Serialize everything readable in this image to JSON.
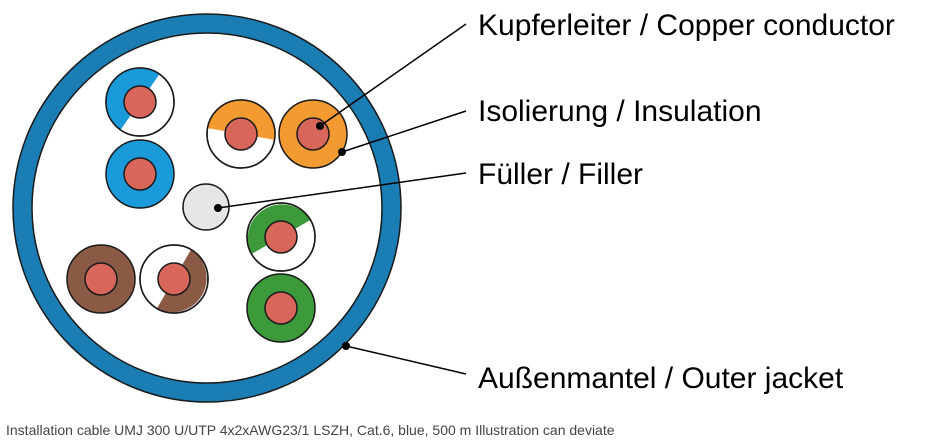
{
  "labels": {
    "conductor": "Kupferleiter / Copper conductor",
    "insulation": "Isolierung / Insulation",
    "filler": "Füller / Filler",
    "jacket": "Außenmantel / Outer jacket"
  },
  "caption": "Installation cable UMJ 300 U/UTP 4x2xAWG23/1 LSZH, Cat.6, blue, 500 m Illustration can deviate",
  "colors": {
    "jacket": "#1a7db3",
    "conductor": "#d9665a",
    "blue": "#1a9ad9",
    "orange": "#f39a30",
    "green": "#3d9a3a",
    "brown": "#8a5a44",
    "filler": "#e6e6e6",
    "white": "#ffffff",
    "outline": "#1a1a1a"
  },
  "pairs": [
    {
      "name": "blue-pair",
      "color_key": "blue"
    },
    {
      "name": "orange-pair",
      "color_key": "orange"
    },
    {
      "name": "green-pair",
      "color_key": "green"
    },
    {
      "name": "brown-pair",
      "color_key": "brown"
    }
  ]
}
